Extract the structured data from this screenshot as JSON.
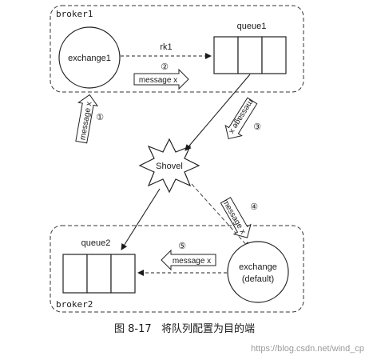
{
  "brokers": {
    "broker1": "broker1",
    "broker2": "broker2"
  },
  "nodes": {
    "exchange1": "exchange1",
    "queue1": "queue1",
    "queue2": "queue2",
    "shovel": "Shovel",
    "exchange_default_line1": "exchange",
    "exchange_default_line2": "(default)"
  },
  "edges": {
    "rk1": "rk1"
  },
  "messages": {
    "m1": {
      "step": "①",
      "text": "message x"
    },
    "m2": {
      "step": "②",
      "text": "message x"
    },
    "m3": {
      "step": "③",
      "text": "message x"
    },
    "m4": {
      "step": "④",
      "text": "message x"
    },
    "m5": {
      "step": "⑤",
      "text": "message x"
    }
  },
  "caption": {
    "figure": "图 8-17",
    "text": "将队列配置为目的端"
  },
  "watermark": "https://blog.csdn.net/wind_cp"
}
